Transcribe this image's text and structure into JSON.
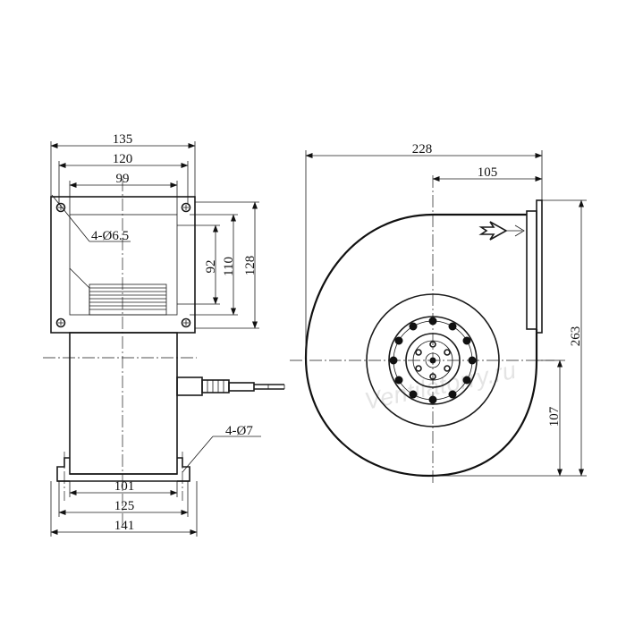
{
  "front_view": {
    "dim_width_outer": "135",
    "dim_width_flange": "120",
    "dim_width_outlet": "99",
    "dim_hole_note": "4-Ø6.5",
    "dim_height_outlet": "92",
    "dim_height_flange": "110",
    "dim_height_outer": "128",
    "dim_mount_holes": "4-Ø7",
    "dim_base_inner": "101",
    "dim_base_mid": "125",
    "dim_base_outer": "141"
  },
  "side_view": {
    "dim_total_width": "228",
    "dim_outlet_offset": "105",
    "dim_total_height": "263",
    "dim_center_height": "107"
  },
  "watermark": "Ventilatorry.ru"
}
